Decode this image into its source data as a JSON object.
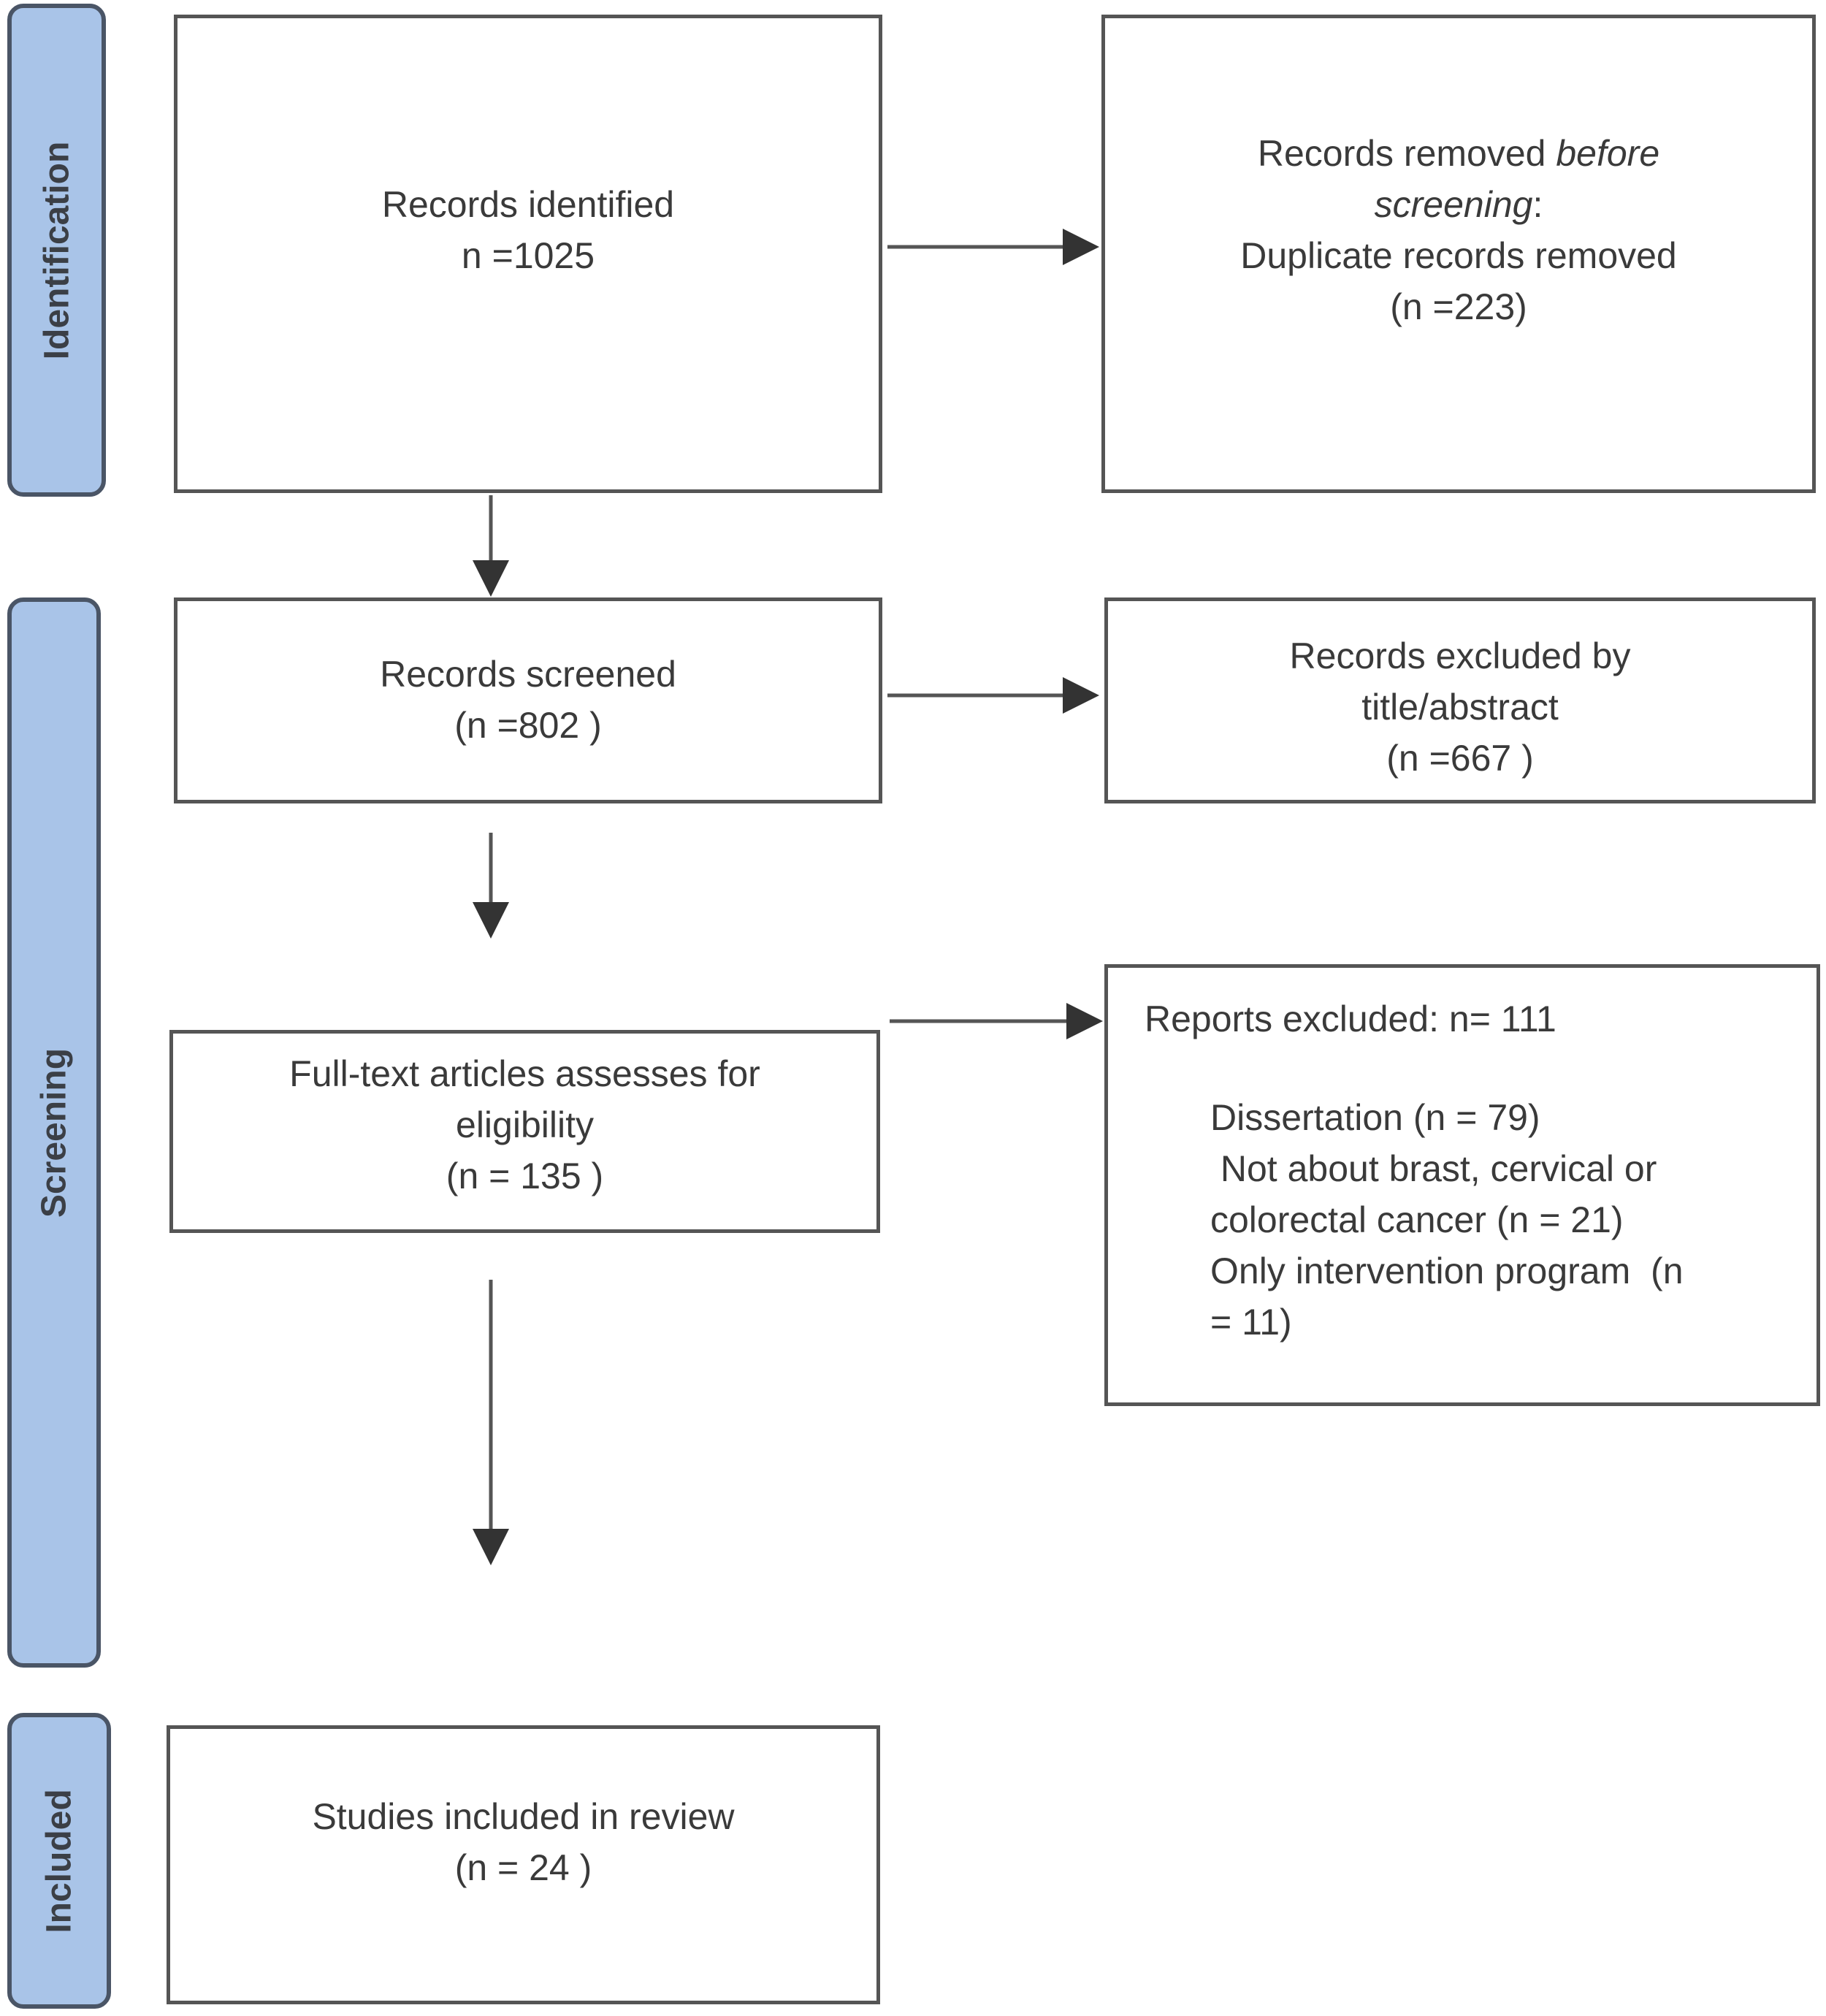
{
  "phases": {
    "identification": "Identification",
    "screening": "Screening",
    "included": "Included"
  },
  "boxes": {
    "records_identified": {
      "title": "Records identified",
      "count": "n =1025"
    },
    "records_removed": {
      "line1_prefix": "Records removed ",
      "line1_italic": "before",
      "line2_italic": "screening",
      "line2_suffix": ":",
      "line3": "Duplicate records removed",
      "count": "(n =223)"
    },
    "records_screened": {
      "title": "Records screened",
      "count": "(n =802 )"
    },
    "records_excluded": {
      "line1": "Records excluded by",
      "line2": "title/abstract",
      "count": "(n =667 )"
    },
    "fulltext": {
      "line1": "Full-text articles assesses for",
      "line2": "eligibility",
      "count": "(n = 135 )"
    },
    "reports_excluded": {
      "heading": "Reports excluded: n= 111",
      "reason1": "Dissertation (n = 79)",
      "reason2a": " Not about brast, cervical or",
      "reason2b": "colorectal cancer (n = 21)",
      "reason3a": "Only intervention program  (n",
      "reason3b": "= 11)"
    },
    "studies_included": {
      "title": "Studies included in review",
      "count": "(n = 24 )"
    }
  }
}
